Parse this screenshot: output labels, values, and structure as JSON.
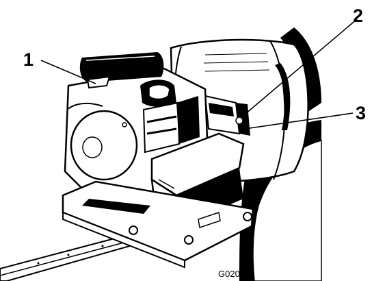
{
  "callouts": [
    {
      "number": "1"
    },
    {
      "number": "2"
    },
    {
      "number": "3"
    }
  ],
  "figure_id": "G020713",
  "colors": {
    "ink": "#000000",
    "paper": "#ffffff"
  }
}
